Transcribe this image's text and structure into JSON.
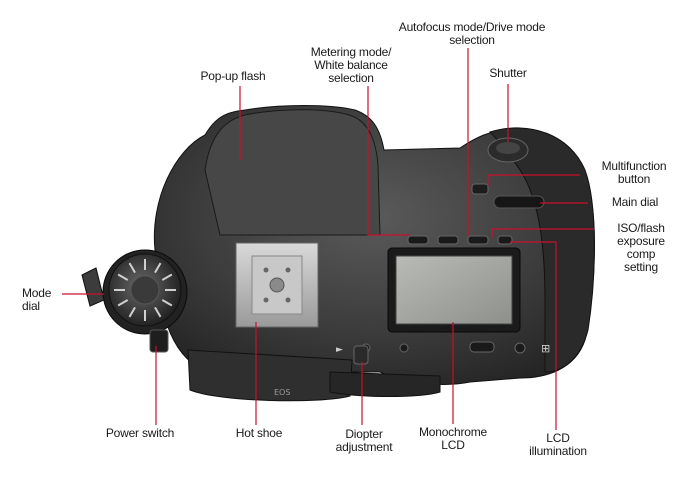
{
  "diagram": {
    "title": "",
    "callout_color": "#c8102e",
    "camera": {
      "front_label": "EOS",
      "lcd_text": "",
      "buttons": {
        "left_symbol": "►",
        "right_symbol": "⊞"
      }
    },
    "labels": {
      "autofocus_drive": "Autofocus mode/Drive mode\nselection",
      "metering_wb": "Metering mode/\nWhite balance\nselection",
      "popup_flash": "Pop-up flash",
      "shutter": "Shutter",
      "multifunction": "Multifunction\nbutton",
      "main_dial": "Main dial",
      "iso_flash": "ISO/flash\nexposure\ncomp\nsetting",
      "mode_dial": "Mode\ndial",
      "power_switch": "Power switch",
      "hot_shoe": "Hot shoe",
      "diopter": "Diopter\nadjustment",
      "mono_lcd": "Monochrome\nLCD",
      "lcd_illumination": "LCD\nillumination"
    }
  }
}
